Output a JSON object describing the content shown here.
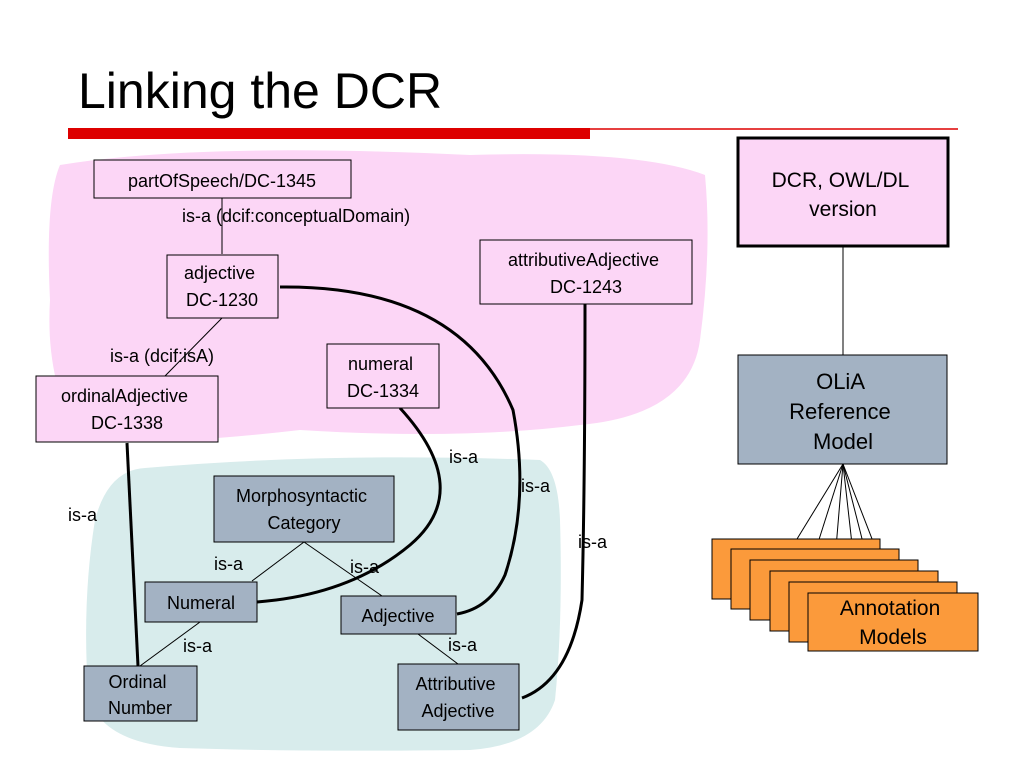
{
  "title": "Linking the DCR",
  "nodes": {
    "part_of_speech": {
      "lines": [
        "partOfSpeech/DC-1345"
      ]
    },
    "adjective_dc": {
      "lines": [
        "adjective",
        "DC-1230"
      ]
    },
    "ordinal_adjective_dc": {
      "lines": [
        "ordinalAdjective",
        "DC-1338"
      ]
    },
    "numeral_dc": {
      "lines": [
        "numeral",
        "DC-1334"
      ]
    },
    "attributive_adjective_dc": {
      "lines": [
        "attributiveAdjective",
        "DC-1243"
      ]
    },
    "morphosyntactic_category": {
      "lines": [
        "Morphosyntactic",
        "Category"
      ]
    },
    "numeral": {
      "lines": [
        "Numeral"
      ]
    },
    "adjective": {
      "lines": [
        "Adjective"
      ]
    },
    "ordinal_number": {
      "lines": [
        "Ordinal",
        "Number"
      ]
    },
    "attributive_adjective": {
      "lines": [
        "Attributive",
        "Adjective"
      ]
    },
    "dcr_owl": {
      "lines": [
        "DCR, OWL/DL",
        "version"
      ]
    },
    "olia": {
      "lines": [
        "OLiA",
        "Reference",
        "Model"
      ]
    },
    "annotation_models": {
      "lines": [
        "Annotation",
        "Models"
      ]
    }
  },
  "edge_labels": {
    "concept_domain": "is-a (dcif:conceptualDomain)",
    "dcif_isa": "is-a (dcif:isA)",
    "isa": "is-a"
  },
  "colors": {
    "pink_region": "#fcd6f6",
    "blue_region": "#d8ecec",
    "pink_box": "#fcd6f6",
    "gray_box": "#a3b2c3",
    "orange_box": "#fb9a3b",
    "red_bar": "#dd0000"
  }
}
